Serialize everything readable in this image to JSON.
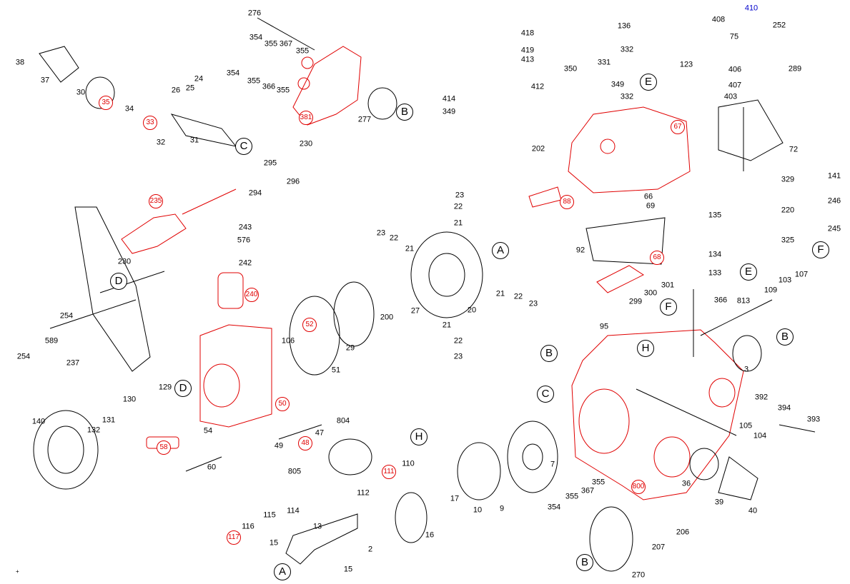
{
  "diagram": {
    "title_hidden": null,
    "colors": {
      "highlight": "#e00000",
      "line": "#000000",
      "callout_blue": "#0000cc"
    },
    "callouts": [
      {
        "text": "38",
        "style": "plain"
      },
      {
        "text": "37",
        "style": "plain"
      },
      {
        "text": "30",
        "style": "plain"
      },
      {
        "text": "35",
        "style": "red"
      },
      {
        "text": "34",
        "style": "plain"
      },
      {
        "text": "33",
        "style": "red"
      },
      {
        "text": "26",
        "style": "plain"
      },
      {
        "text": "25",
        "style": "plain"
      },
      {
        "text": "24",
        "style": "plain"
      },
      {
        "text": "31",
        "style": "plain"
      },
      {
        "text": "32",
        "style": "plain"
      },
      {
        "text": "C",
        "style": "letter"
      },
      {
        "text": "276",
        "style": "plain"
      },
      {
        "text": "354",
        "style": "plain"
      },
      {
        "text": "355",
        "style": "plain"
      },
      {
        "text": "367",
        "style": "plain"
      },
      {
        "text": "355",
        "style": "plain"
      },
      {
        "text": "354",
        "style": "plain"
      },
      {
        "text": "355",
        "style": "plain"
      },
      {
        "text": "366",
        "style": "plain"
      },
      {
        "text": "355",
        "style": "plain"
      },
      {
        "text": "381",
        "style": "red"
      },
      {
        "text": "230",
        "style": "plain"
      },
      {
        "text": "277",
        "style": "plain"
      },
      {
        "text": "B",
        "style": "letter"
      },
      {
        "text": "418",
        "style": "plain"
      },
      {
        "text": "419",
        "style": "plain"
      },
      {
        "text": "413",
        "style": "plain"
      },
      {
        "text": "414",
        "style": "plain"
      },
      {
        "text": "412",
        "style": "plain"
      },
      {
        "text": "349",
        "style": "plain"
      },
      {
        "text": "136",
        "style": "plain"
      },
      {
        "text": "332",
        "style": "plain"
      },
      {
        "text": "331",
        "style": "plain"
      },
      {
        "text": "350",
        "style": "plain"
      },
      {
        "text": "349",
        "style": "plain"
      },
      {
        "text": "332",
        "style": "plain"
      },
      {
        "text": "E",
        "style": "letter"
      },
      {
        "text": "123",
        "style": "plain"
      },
      {
        "text": "67",
        "style": "red"
      },
      {
        "text": "202",
        "style": "plain"
      },
      {
        "text": "88",
        "style": "red"
      },
      {
        "text": "66",
        "style": "plain"
      },
      {
        "text": "69",
        "style": "plain"
      },
      {
        "text": "410",
        "style": "blue"
      },
      {
        "text": "408",
        "style": "plain"
      },
      {
        "text": "252",
        "style": "plain"
      },
      {
        "text": "75",
        "style": "plain"
      },
      {
        "text": "406",
        "style": "plain"
      },
      {
        "text": "289",
        "style": "plain"
      },
      {
        "text": "407",
        "style": "plain"
      },
      {
        "text": "403",
        "style": "plain"
      },
      {
        "text": "72",
        "style": "plain"
      },
      {
        "text": "329",
        "style": "plain"
      },
      {
        "text": "141",
        "style": "plain"
      },
      {
        "text": "220",
        "style": "plain"
      },
      {
        "text": "246",
        "style": "plain"
      },
      {
        "text": "325",
        "style": "plain"
      },
      {
        "text": "245",
        "style": "plain"
      },
      {
        "text": "F",
        "style": "letter"
      },
      {
        "text": "E",
        "style": "letter"
      },
      {
        "text": "135",
        "style": "plain"
      },
      {
        "text": "134",
        "style": "plain"
      },
      {
        "text": "133",
        "style": "plain"
      },
      {
        "text": "366",
        "style": "plain"
      },
      {
        "text": "92",
        "style": "plain"
      },
      {
        "text": "68",
        "style": "red"
      },
      {
        "text": "301",
        "style": "plain"
      },
      {
        "text": "300",
        "style": "plain"
      },
      {
        "text": "299",
        "style": "plain"
      },
      {
        "text": "95",
        "style": "plain"
      },
      {
        "text": "813",
        "style": "plain"
      },
      {
        "text": "109",
        "style": "plain"
      },
      {
        "text": "103",
        "style": "plain"
      },
      {
        "text": "107",
        "style": "plain"
      },
      {
        "text": "B",
        "style": "letter"
      },
      {
        "text": "3",
        "style": "plain"
      },
      {
        "text": "F",
        "style": "letter"
      },
      {
        "text": "H",
        "style": "letter"
      },
      {
        "text": "B",
        "style": "letter"
      },
      {
        "text": "C",
        "style": "letter"
      },
      {
        "text": "392",
        "style": "plain"
      },
      {
        "text": "394",
        "style": "plain"
      },
      {
        "text": "393",
        "style": "plain"
      },
      {
        "text": "105",
        "style": "plain"
      },
      {
        "text": "104",
        "style": "plain"
      },
      {
        "text": "36",
        "style": "plain"
      },
      {
        "text": "39",
        "style": "plain"
      },
      {
        "text": "40",
        "style": "plain"
      },
      {
        "text": "800",
        "style": "red"
      },
      {
        "text": "295",
        "style": "plain"
      },
      {
        "text": "296",
        "style": "plain"
      },
      {
        "text": "294",
        "style": "plain"
      },
      {
        "text": "235",
        "style": "red"
      },
      {
        "text": "230",
        "style": "plain"
      },
      {
        "text": "D",
        "style": "letter"
      },
      {
        "text": "254",
        "style": "plain"
      },
      {
        "text": "589",
        "style": "plain"
      },
      {
        "text": "254",
        "style": "plain"
      },
      {
        "text": "237",
        "style": "plain"
      },
      {
        "text": "243",
        "style": "plain"
      },
      {
        "text": "576",
        "style": "plain"
      },
      {
        "text": "242",
        "style": "plain"
      },
      {
        "text": "240",
        "style": "red"
      },
      {
        "text": "23",
        "style": "plain"
      },
      {
        "text": "22",
        "style": "plain"
      },
      {
        "text": "21",
        "style": "plain"
      },
      {
        "text": "23",
        "style": "plain"
      },
      {
        "text": "22",
        "style": "plain"
      },
      {
        "text": "21",
        "style": "plain"
      },
      {
        "text": "A",
        "style": "letter"
      },
      {
        "text": "21",
        "style": "plain"
      },
      {
        "text": "22",
        "style": "plain"
      },
      {
        "text": "23",
        "style": "plain"
      },
      {
        "text": "20",
        "style": "plain"
      },
      {
        "text": "27",
        "style": "plain"
      },
      {
        "text": "200",
        "style": "plain"
      },
      {
        "text": "21",
        "style": "plain"
      },
      {
        "text": "22",
        "style": "plain"
      },
      {
        "text": "23",
        "style": "plain"
      },
      {
        "text": "29",
        "style": "plain"
      },
      {
        "text": "51",
        "style": "plain"
      },
      {
        "text": "52",
        "style": "red"
      },
      {
        "text": "106",
        "style": "plain"
      },
      {
        "text": "50",
        "style": "red"
      },
      {
        "text": "129",
        "style": "plain"
      },
      {
        "text": "130",
        "style": "plain"
      },
      {
        "text": "D",
        "style": "letter"
      },
      {
        "text": "140",
        "style": "plain"
      },
      {
        "text": "131",
        "style": "plain"
      },
      {
        "text": "132",
        "style": "plain"
      },
      {
        "text": "54",
        "style": "plain"
      },
      {
        "text": "58",
        "style": "red"
      },
      {
        "text": "60",
        "style": "plain"
      },
      {
        "text": "47",
        "style": "plain"
      },
      {
        "text": "48",
        "style": "red"
      },
      {
        "text": "49",
        "style": "plain"
      },
      {
        "text": "804",
        "style": "plain"
      },
      {
        "text": "H",
        "style": "letter"
      },
      {
        "text": "110",
        "style": "plain"
      },
      {
        "text": "111",
        "style": "red"
      },
      {
        "text": "112",
        "style": "plain"
      },
      {
        "text": "805",
        "style": "plain"
      },
      {
        "text": "114",
        "style": "plain"
      },
      {
        "text": "115",
        "style": "plain"
      },
      {
        "text": "116",
        "style": "plain"
      },
      {
        "text": "117",
        "style": "red"
      },
      {
        "text": "13",
        "style": "plain"
      },
      {
        "text": "15",
        "style": "plain"
      },
      {
        "text": "2",
        "style": "plain"
      },
      {
        "text": "A",
        "style": "letter"
      },
      {
        "text": "15",
        "style": "plain"
      },
      {
        "text": "16",
        "style": "plain"
      },
      {
        "text": "17",
        "style": "plain"
      },
      {
        "text": "10",
        "style": "plain"
      },
      {
        "text": "9",
        "style": "plain"
      },
      {
        "text": "7",
        "style": "plain"
      },
      {
        "text": "354",
        "style": "plain"
      },
      {
        "text": "355",
        "style": "plain"
      },
      {
        "text": "367",
        "style": "plain"
      },
      {
        "text": "355",
        "style": "plain"
      },
      {
        "text": "B",
        "style": "letter"
      },
      {
        "text": "270",
        "style": "plain"
      },
      {
        "text": "207",
        "style": "plain"
      },
      {
        "text": "206",
        "style": "plain"
      }
    ]
  }
}
